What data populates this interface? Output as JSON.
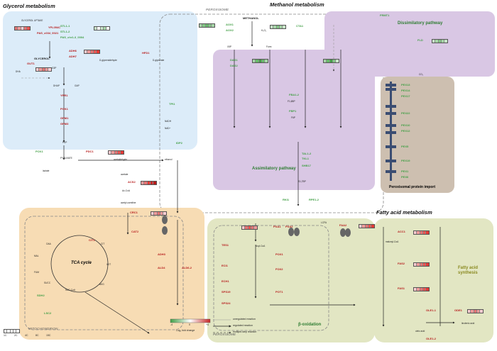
{
  "sections": {
    "glycerol": "Glycerol metabolism",
    "methanol": "Methanol metabolism",
    "peroxisome_top": "PEROXISOME",
    "dissimilatory": "Dissimilatory pathway",
    "assimilatory": "Assimilatory pathway",
    "peroxisomal_import": "Peroxisomal protein import",
    "fatty_acid": "Fatty acid metabolism",
    "fatty_acid_synthesis": "Fatty acid synthesis",
    "beta_oxidation": "β-oxidation",
    "peroxisome_bottom": "PEROXISOME",
    "mitochondrion": "MITOCHONDRION",
    "tca": "TCA cycle"
  },
  "metabolites": {
    "glycerol_uptake": "GLYCEROL UPTAKE",
    "glycerol": "GLYCEROL",
    "methanol": "METHANOL",
    "d_glyceraldehyde": "D-glyceraldehyde",
    "d_glycerate": "D-glycerate",
    "pyruvate": "PYRUVATE",
    "acetaldehyde": "acetaldehyde",
    "acetate": "acetate",
    "ethanol": "ethanol",
    "ac_coa": "Ac-CoA",
    "acetyl_carnitine": "acetyl-carnitine",
    "oaa": "OAA",
    "citrate": "CIT",
    "icit": "ICIT",
    "akg": "AKG",
    "succ_coa": "SUC-CoA",
    "succ": "SUCC",
    "fum": "FUM",
    "mal": "MAL",
    "lactate": "lactate",
    "pep": "PEP",
    "dha": "DHA",
    "dhap": "DHAP",
    "gap": "GAP",
    "g3p": "G3P",
    "f16bp": "F1,6BP",
    "f6p": "F6P",
    "x5p": "X5P",
    "s17bp": "S1,7BP",
    "form": "Form",
    "h2o2": "H₂O₂",
    "co2": "CO₂",
    "lcfa": "LCFA",
    "acyl_coa": "Acyl-CoA",
    "malonyl_coa": "malonyl-CoA",
    "oleic_acid": "oleic acid",
    "linoleic_acid": "linolenic acid",
    "nadh": "NADH",
    "nad": "NAD⁺"
  },
  "genes_green": [
    "STL1-1",
    "STL1-2",
    "PAS_chr1-3_0004",
    "AOX1",
    "AOX2",
    "CTA1",
    "FRMT1",
    "FLD",
    "DAS1",
    "DAS2",
    "TPI1",
    "FBA1-2",
    "FBP1",
    "SHB17",
    "RPE1-2",
    "RKI1",
    "TAL1-2",
    "TKL1",
    "IDP2",
    "LSC2",
    "SDH1",
    "SDH2",
    "PCK1",
    "PEX1",
    "PEX5",
    "PEX6",
    "PEX10",
    "PEX12",
    "PEX13",
    "PEX14",
    "PEX17",
    "PEX19",
    "PEX22"
  ],
  "genes_red": [
    "YFL054C",
    "PAS_c034_0021",
    "ADH6",
    "ADH7",
    "GUT1",
    "YPR1",
    "PGK1",
    "GPM1",
    "GPM3",
    "HFD1",
    "PDC1",
    "ACS1",
    "ACS2",
    "CRC1",
    "CAT2",
    "CIT1",
    "ADH3",
    "ALD4",
    "ALD6-2",
    "ACC1",
    "FAS1",
    "FAS2",
    "OLE1-1",
    "OLE1-2",
    "ODE1",
    "FAA2",
    "PXA1",
    "PXA2",
    "POX1",
    "FOX2",
    "POT1",
    "ECI1",
    "ECH1",
    "TES1",
    "SPS19",
    "ARO3",
    "SPS24",
    "DCI1"
  ],
  "legend": {
    "scale_labels": [
      "1C",
      "2C",
      "4C",
      "8C",
      "15C"
    ],
    "fold_change_label": "Log₂ fold change",
    "fold_ticks": [
      "-4",
      "0",
      "+4"
    ],
    "reaction_types": [
      "unregulated reaction",
      "regulated reaction",
      "multiple-step reaction"
    ]
  },
  "colors": {
    "glycerol_bg": "#dcecf9",
    "methanol_bg": "#d9c7e4",
    "import_bg": "#cdbfb0",
    "fatty_bg": "#e2e6c3",
    "mito_bg": "#f7dcb4",
    "gene_green": "#43a047",
    "gene_red": "#b71c1c",
    "pathway_green": "#2e7d32",
    "pathway_olive": "#8a8a20"
  }
}
